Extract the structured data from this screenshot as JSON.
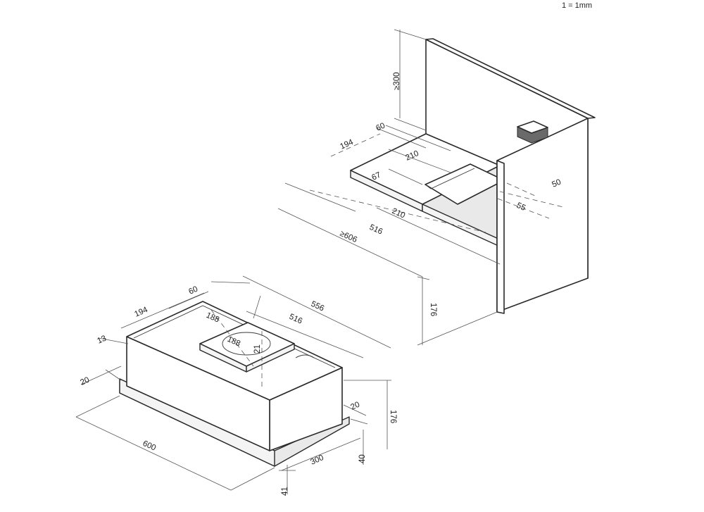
{
  "scale_note": "1 = 1mm",
  "installation": {
    "min_above_300": "≥300",
    "d60": "60",
    "d194": "194",
    "d210_top": "210",
    "d67": "67",
    "d50": "50",
    "d55": "55",
    "d210_bottom": "210",
    "d516": "516",
    "min_width_606": "≥606",
    "d176": "176"
  },
  "hood": {
    "d60": "60",
    "d194": "194",
    "d556": "556",
    "d188_a": "188",
    "d516": "516",
    "d13": "13",
    "d188_b": "188",
    "d21": "21",
    "d20_left": "20",
    "d20_right": "20",
    "d176": "176",
    "d600": "600",
    "d300": "300",
    "d40": "40",
    "d41": "41"
  }
}
